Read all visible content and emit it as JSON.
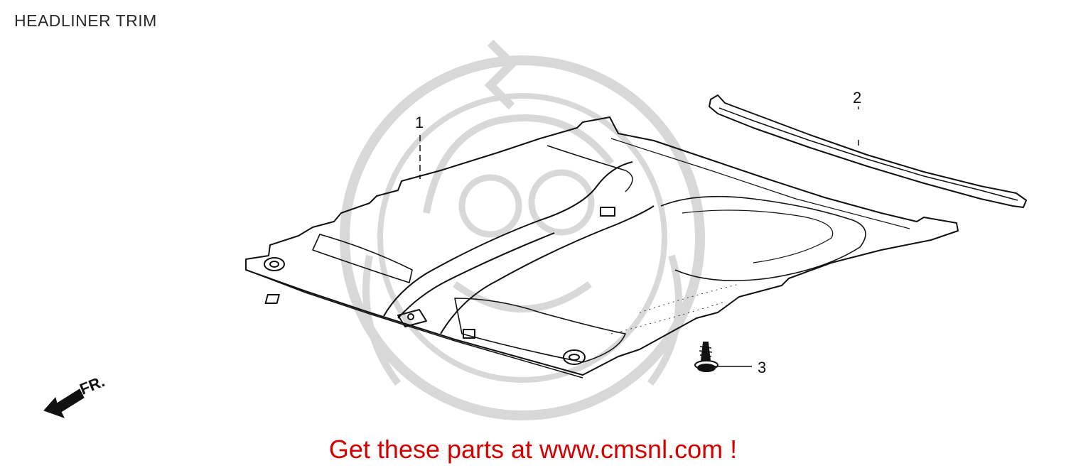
{
  "title": "HEADLINER TRIM",
  "callouts": [
    {
      "number": "1"
    },
    {
      "number": "2"
    },
    {
      "number": "3"
    }
  ],
  "direction_label": "FR.",
  "promo_text": "Get these parts at www.cmsnl.com !",
  "colors": {
    "line": "#111111",
    "watermark": "#d6d6d6",
    "promo": "#d40000"
  }
}
